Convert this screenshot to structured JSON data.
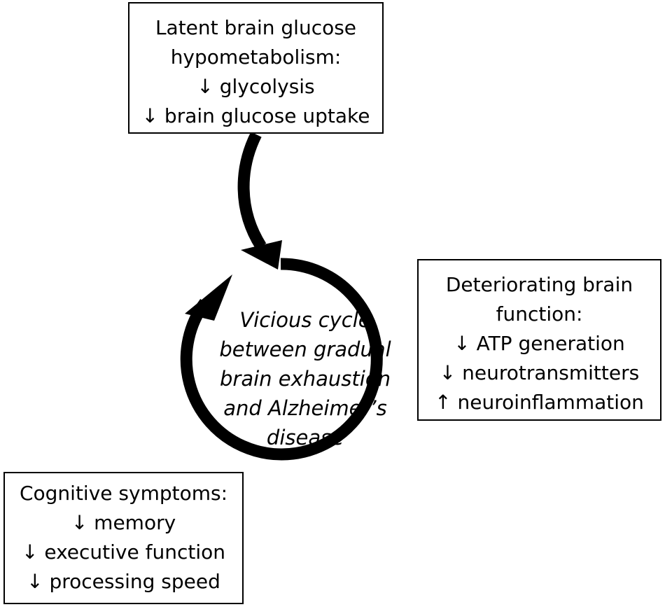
{
  "top_box": {
    "lines": [
      "Latent brain glucose",
      "hypometabolism:",
      "↓ glycolysis",
      "↓ brain glucose uptake"
    ]
  },
  "right_box": {
    "lines": [
      "Deteriorating brain",
      "function:",
      "↓ ATP generation",
      "↓ neurotransmitters",
      "↑ neuroinflammation"
    ]
  },
  "left_box": {
    "lines": [
      "Cognitive symptoms:",
      "↓ memory",
      "↓ executive function",
      "↓ processing speed"
    ]
  },
  "cycle": {
    "lines": [
      "Vicious cycle",
      "between gradual",
      "brain exhaustion",
      "and Alzheimer’s",
      "disease"
    ]
  },
  "colors": {
    "stroke": "#000000",
    "background": "#ffffff"
  }
}
